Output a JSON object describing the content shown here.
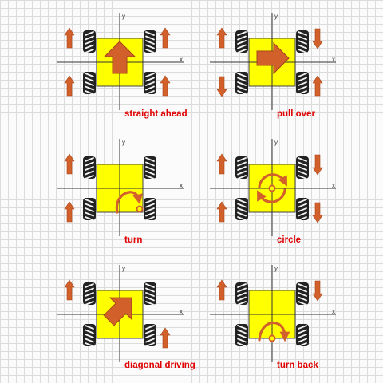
{
  "colors": {
    "background": "#fbfbfb",
    "grid": "#dcdcdc",
    "chassis": "#ffff00",
    "arrow": "#d2602a",
    "arrow_outline": "#a8441a",
    "caption": "#e00000",
    "axis": "#333333",
    "tire": "#222222",
    "tread": "#f2f2f2"
  },
  "axis_labels": {
    "x": "x",
    "y": "y"
  },
  "panels": [
    {
      "id": "straight-ahead",
      "caption": "straight ahead",
      "wheels": {
        "front_left": "up",
        "front_right": "up",
        "rear_left": "up",
        "rear_right": "up"
      },
      "motion_symbol": "arrow-up"
    },
    {
      "id": "pull-over",
      "caption": "pull over",
      "wheels": {
        "front_left": "up",
        "front_right": "down",
        "rear_left": "down",
        "rear_right": "up"
      },
      "motion_symbol": "arrow-right"
    },
    {
      "id": "turn",
      "caption": "turn",
      "wheels": {
        "front_left": "up",
        "front_right": "none",
        "rear_left": "up",
        "rear_right": "none"
      },
      "motion_symbol": "pivot-arc"
    },
    {
      "id": "circle",
      "caption": "circle",
      "wheels": {
        "front_left": "up",
        "front_right": "down",
        "rear_left": "up",
        "rear_right": "down"
      },
      "motion_symbol": "rotate-circle"
    },
    {
      "id": "diagonal-driving",
      "caption": "diagonal driving",
      "wheels": {
        "front_left": "up",
        "front_right": "none",
        "rear_left": "none",
        "rear_right": "up"
      },
      "motion_symbol": "arrow-diagonal"
    },
    {
      "id": "turn-back",
      "caption": "turn back",
      "wheels": {
        "front_left": "up",
        "front_right": "down",
        "rear_left": "none",
        "rear_right": "none"
      },
      "motion_symbol": "rear-arc"
    }
  ]
}
